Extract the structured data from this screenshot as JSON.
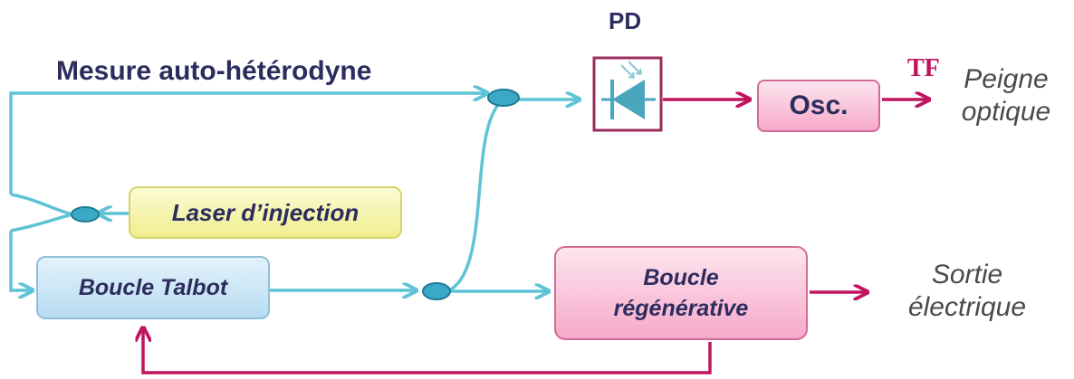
{
  "title": "Mesure auto-hétérodyne",
  "photodetector_label": "PD",
  "fourier_label": "TF",
  "boxes": {
    "laser": "Laser d’injection",
    "talbot": "Boucle Talbot",
    "regen_line1": "Boucle",
    "regen_line2": "régénérative",
    "osc": "Osc."
  },
  "outputs": {
    "peigne_line1": "Peigne",
    "peigne_line2": "optique",
    "sortie_line1": "Sortie",
    "sortie_line2": "électrique"
  },
  "colors": {
    "optical_fiber": "#5fc3d6",
    "electrical": "#c0155e",
    "coupler": "#3aa9c6",
    "text_dark": "#2d2c5e"
  }
}
